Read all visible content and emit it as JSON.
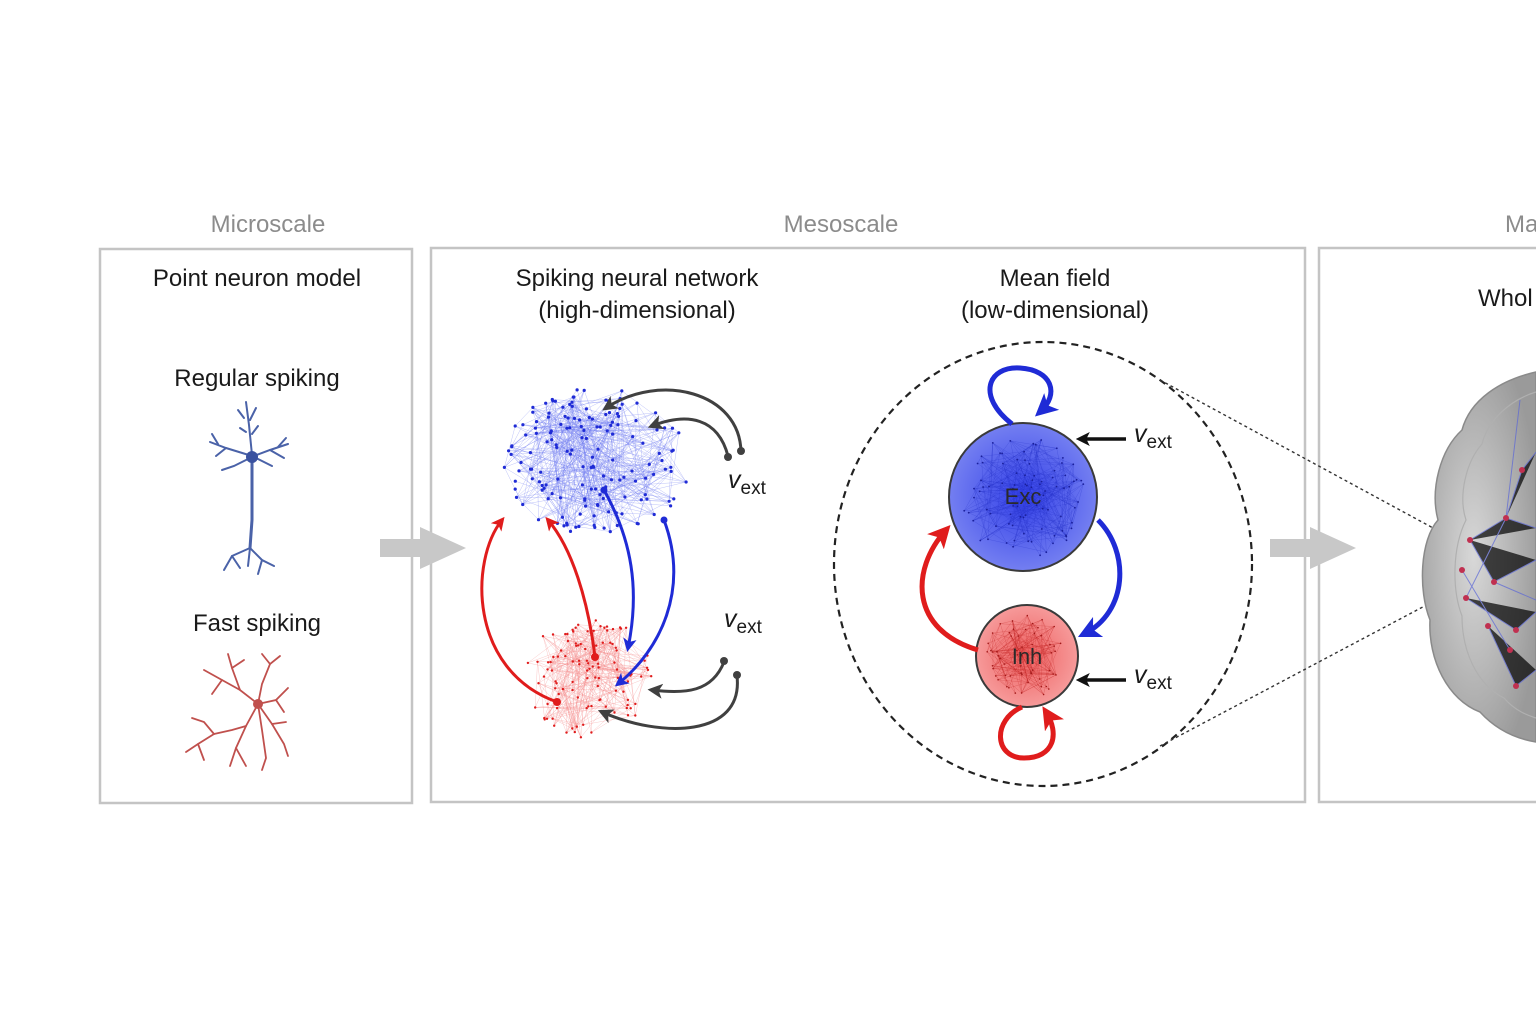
{
  "scales": {
    "micro": "Microscale",
    "meso": "Mesoscale",
    "macro": "Ma"
  },
  "panels": {
    "point_neuron": {
      "title": "Point neuron model",
      "regular": "Regular spiking",
      "fast": "Fast spiking"
    },
    "snn": {
      "title_line1": "Spiking neural network",
      "title_line2": "(high-dimensional)",
      "input_symbol": "v",
      "input_subscript": "ext"
    },
    "mean_field": {
      "title_line1": "Mean field",
      "title_line2": "(low-dimensional)",
      "exc_label": "Exc",
      "inh_label": "Inh",
      "input_symbol": "v",
      "input_subscript": "ext"
    },
    "whole": {
      "title": "Whol"
    }
  },
  "colors": {
    "excitatory": "#1f2bd6",
    "excitatory_fill": "#6f7bf0",
    "inhibitory": "#e01c1c",
    "inhibitory_fill": "#f48a8a",
    "neuron_regular": "#4a62a8",
    "neuron_fast": "#c0504d",
    "external": "#404040",
    "arrow_gray": "#c8c8c8"
  },
  "icons": {
    "regular_neuron": "pyramidal-neuron-icon",
    "fast_neuron": "interneuron-icon",
    "brain": "brain-network-icon"
  }
}
